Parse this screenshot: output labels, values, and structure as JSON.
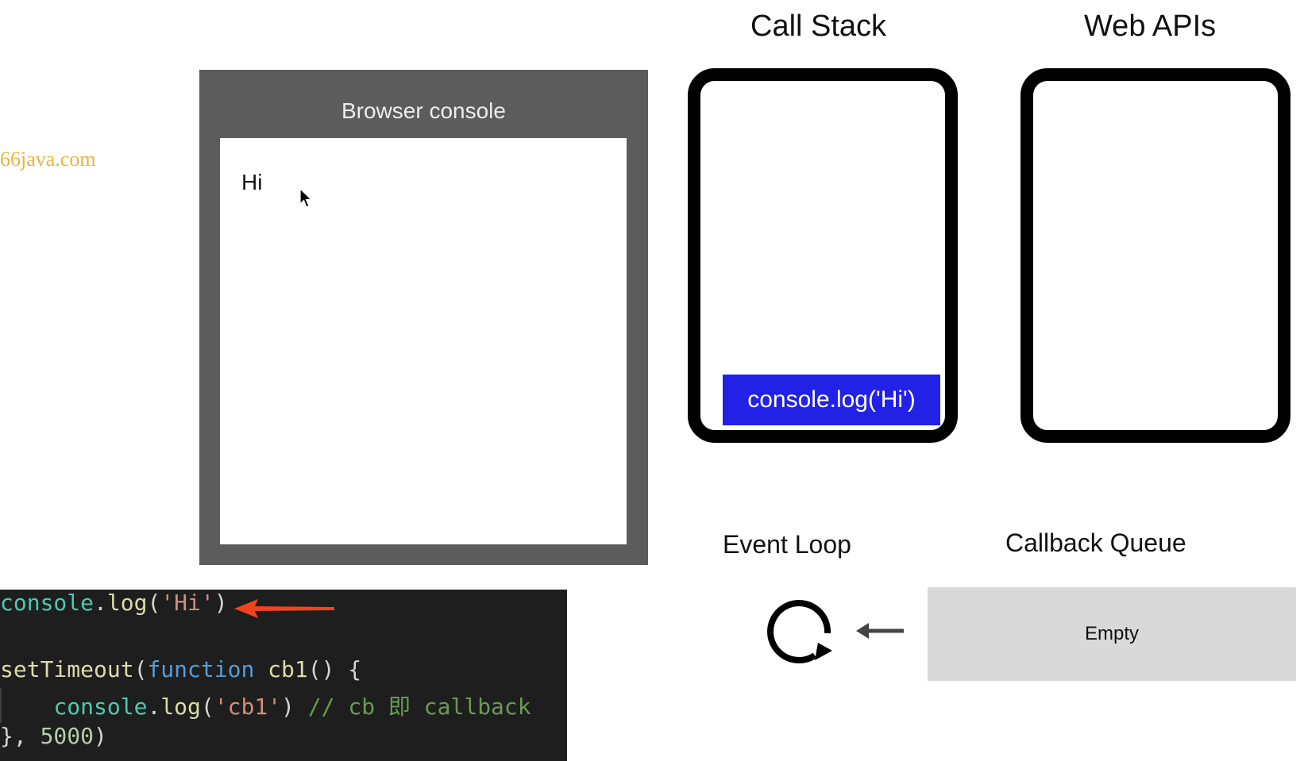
{
  "watermark": "66java.com",
  "console": {
    "title": "Browser console",
    "output": [
      "Hi"
    ]
  },
  "sections": {
    "call_stack": "Call Stack",
    "web_apis": "Web APIs",
    "event_loop": "Event Loop",
    "callback_queue": "Callback Queue"
  },
  "call_stack_frames": [
    "console.log('Hi')"
  ],
  "callback_queue_text": "Empty",
  "code": {
    "l1": {
      "obj": "console",
      "dot": ".",
      "fn": "log",
      "open": "(",
      "str": "'Hi'",
      "close": ")"
    },
    "l2": {
      "fn": "setTimeout",
      "open": "(",
      "kw": "function",
      "name": " cb1",
      "rest": "() {"
    },
    "l3": {
      "indent": "    ",
      "obj": "console",
      "dot": ".",
      "fn": "log",
      "open": "(",
      "str": "'cb1'",
      "close": ") ",
      "comment": "// cb 即 callback"
    },
    "l4": {
      "pre": "}, ",
      "num": "5000",
      "close": ")"
    }
  },
  "colors": {
    "stack_frame": "#2222e6",
    "console_frame": "#5c5c5c",
    "queue_bg": "#d9d9d9",
    "pointer_arrow": "#f0441f"
  },
  "icons": [
    "cursor-icon",
    "event-loop-icon",
    "left-arrow-icon",
    "pointer-arrow-icon"
  ]
}
